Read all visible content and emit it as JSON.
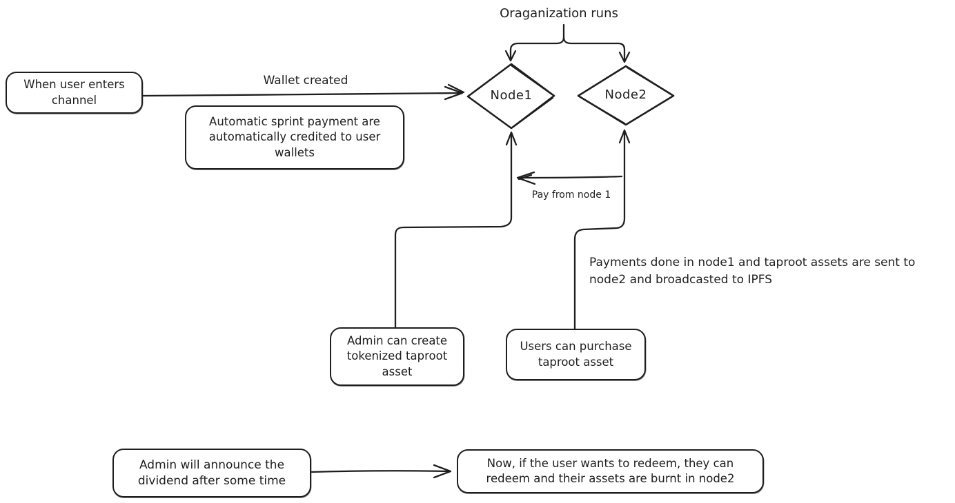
{
  "canvas": {
    "background": "#ffffff",
    "stroke_color": "#1e1e1e"
  },
  "nodes": {
    "node1": "Node1",
    "node2": "Node2"
  },
  "boxes": {
    "when_user_enters": "When user enters channel",
    "automatic_sprint": "Automatic sprint payment are automatically credited to user wallets",
    "admin_create": "Admin can create tokenized taproot asset",
    "users_purchase": "Users can purchase taproot asset",
    "admin_announce": "Admin will announce the dividend after some time",
    "user_redeem": "Now, if the user wants to redeem, they can redeem and their assets are burnt in node2"
  },
  "labels": {
    "organization_runs": "Oraganization runs",
    "wallet_created": "Wallet created",
    "pay_from_node1": "Pay from node 1",
    "payments_note": "Payments done in node1 and taproot assets are sent to node2 and broadcasted to IPFS"
  }
}
